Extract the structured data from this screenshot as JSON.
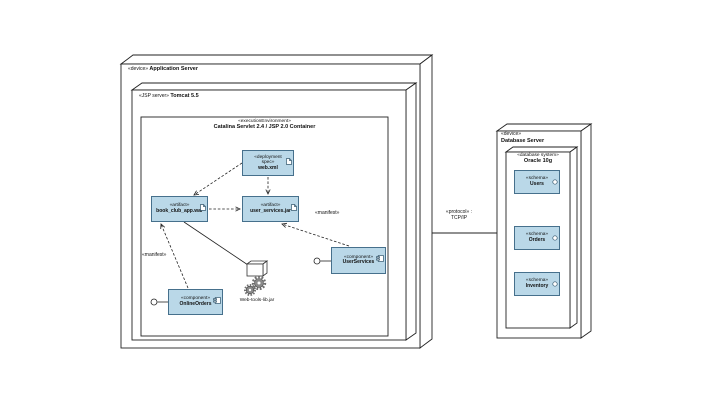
{
  "diagram": {
    "app_server": {
      "stereotype": "«device»",
      "name": "Application Server"
    },
    "jsp_server": {
      "stereotype": "«JSP server»",
      "name": "Tomcat 5.5"
    },
    "execution_env": {
      "stereotype": "«executionEnvironment»",
      "name": "Catalina Servlet 2.4 / JSP 2.0 Container"
    },
    "web_xml": {
      "stereotype": "«deployment spec»",
      "name": "web.xml"
    },
    "war_artifact": {
      "stereotype": "«artifact»",
      "name": "book_club_app.war"
    },
    "jar_artifact": {
      "stereotype": "«artifact»",
      "name": "user_services.jar"
    },
    "user_services": {
      "stereotype": "«component»",
      "name": "UserServices"
    },
    "online_orders": {
      "stereotype": "«component»",
      "name": "OnlineOrders"
    },
    "web_tools_lib": {
      "name": "Web-tools-lib.jar"
    },
    "manifest_label_1": "«manifest»",
    "manifest_label_2": "«manifest»",
    "protocol_link": {
      "stereotype": "«protocol» :",
      "name": "TCP/IP"
    },
    "db_server": {
      "stereotype": "«device»",
      "name": "Database Server"
    },
    "database_system": {
      "stereotype": "«database system»",
      "name": "Oracle 10g"
    },
    "schemas": [
      {
        "stereotype": "«schema»",
        "name": "Users"
      },
      {
        "stereotype": "«schema»",
        "name": "Orders"
      },
      {
        "stereotype": "«schema»",
        "name": "Inventory"
      }
    ]
  },
  "colors": {
    "element_fill": "#bad8e8",
    "element_border": "#46708c",
    "node_fill": "#ffffff",
    "node_border": "#222222",
    "background": "#ffffff"
  }
}
